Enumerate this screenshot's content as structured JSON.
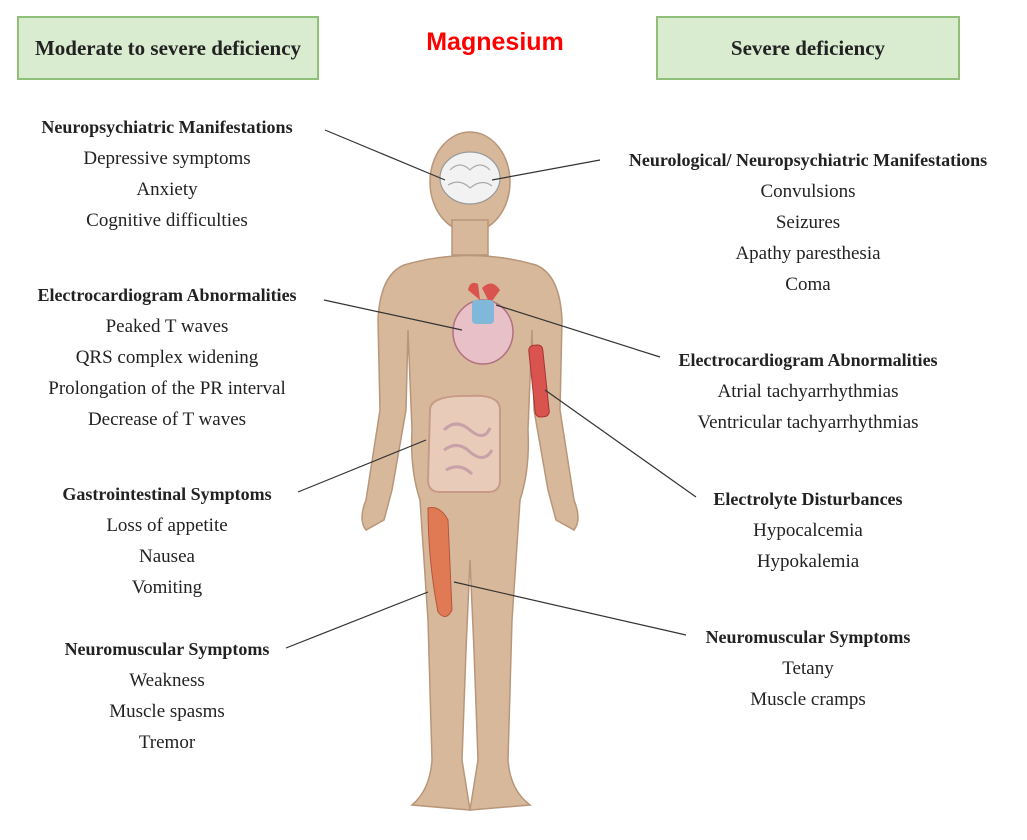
{
  "title": "Magnesium",
  "left_header": "Moderate to severe deficiency",
  "right_header": "Severe deficiency",
  "left_groups": [
    {
      "heading": "Neuropsychiatric Manifestations",
      "items": [
        "Depressive symptoms",
        "Anxiety",
        "Cognitive difficulties"
      ]
    },
    {
      "heading": "Electrocardiogram Abnormalities",
      "items": [
        "Peaked T waves",
        "QRS complex widening",
        "Prolongation of the PR interval",
        "Decrease of T waves"
      ]
    },
    {
      "heading": "Gastrointestinal Symptoms",
      "items": [
        "Loss of appetite",
        "Nausea",
        "Vomiting"
      ]
    },
    {
      "heading": "Neuromuscular Symptoms",
      "items": [
        "Weakness",
        "Muscle spasms",
        "Tremor"
      ]
    }
  ],
  "right_groups": [
    {
      "heading": "Neurological/ Neuropsychiatric Manifestations",
      "items": [
        "Convulsions",
        "Seizures",
        "Apathy paresthesia",
        "Coma"
      ]
    },
    {
      "heading": "Electrocardiogram Abnormalities",
      "items": [
        "Atrial tachyarrhythmias",
        "Ventricular tachyarrhythmias"
      ]
    },
    {
      "heading": "Electrolyte Disturbances",
      "items": [
        "Hypocalcemia",
        "Hypokalemia"
      ]
    },
    {
      "heading": "Neuromuscular Symptoms",
      "items": [
        "Tetany",
        "Muscle cramps"
      ]
    }
  ],
  "colors": {
    "title": "#ff0000",
    "header_fill": "#d9ecd0",
    "header_border": "#8fbf78",
    "body": "#d8b89a",
    "body_outline": "#b8967a",
    "heart": "#d9534f",
    "muscle": "#e07a55",
    "intestine": "#e8cbb8",
    "brain": "#f2f2f2"
  }
}
